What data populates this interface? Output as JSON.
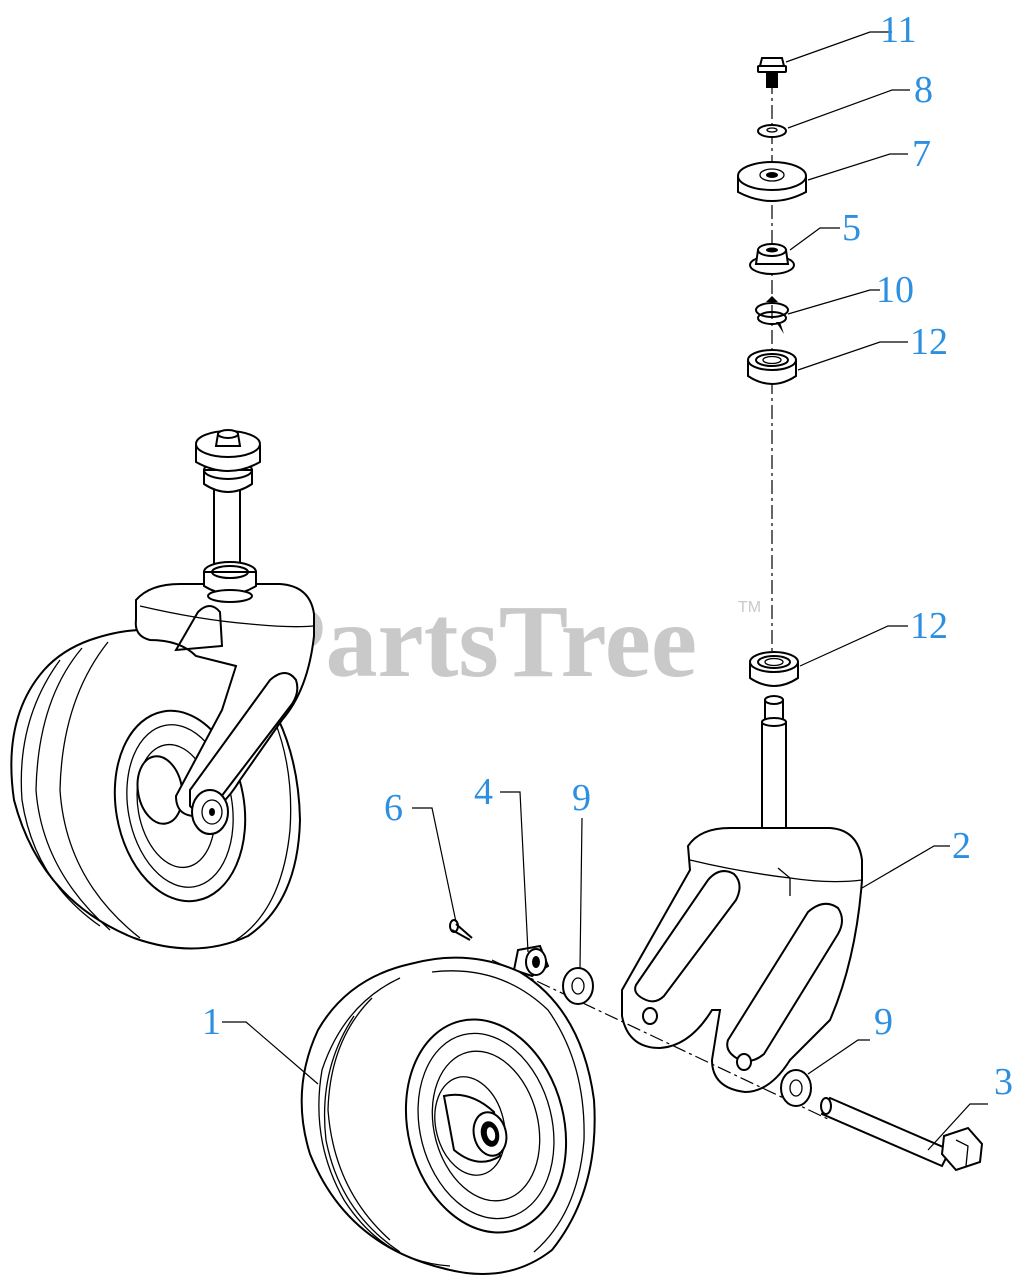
{
  "watermark": {
    "text": "PartsTree",
    "tm": "TM",
    "color": "#c9c9c9"
  },
  "callout_color": "#2d8fe0",
  "leader_color": "#000000",
  "callouts": [
    {
      "id": "c11",
      "label": "11"
    },
    {
      "id": "c8",
      "label": "8"
    },
    {
      "id": "c7",
      "label": "7"
    },
    {
      "id": "c5",
      "label": "5"
    },
    {
      "id": "c10",
      "label": "10"
    },
    {
      "id": "c12a",
      "label": "12"
    },
    {
      "id": "c12b",
      "label": "12"
    },
    {
      "id": "c2",
      "label": "2"
    },
    {
      "id": "c6",
      "label": "6"
    },
    {
      "id": "c4",
      "label": "4"
    },
    {
      "id": "c9a",
      "label": "9"
    },
    {
      "id": "c1",
      "label": "1"
    },
    {
      "id": "c9b",
      "label": "9"
    },
    {
      "id": "c3",
      "label": "3"
    }
  ]
}
